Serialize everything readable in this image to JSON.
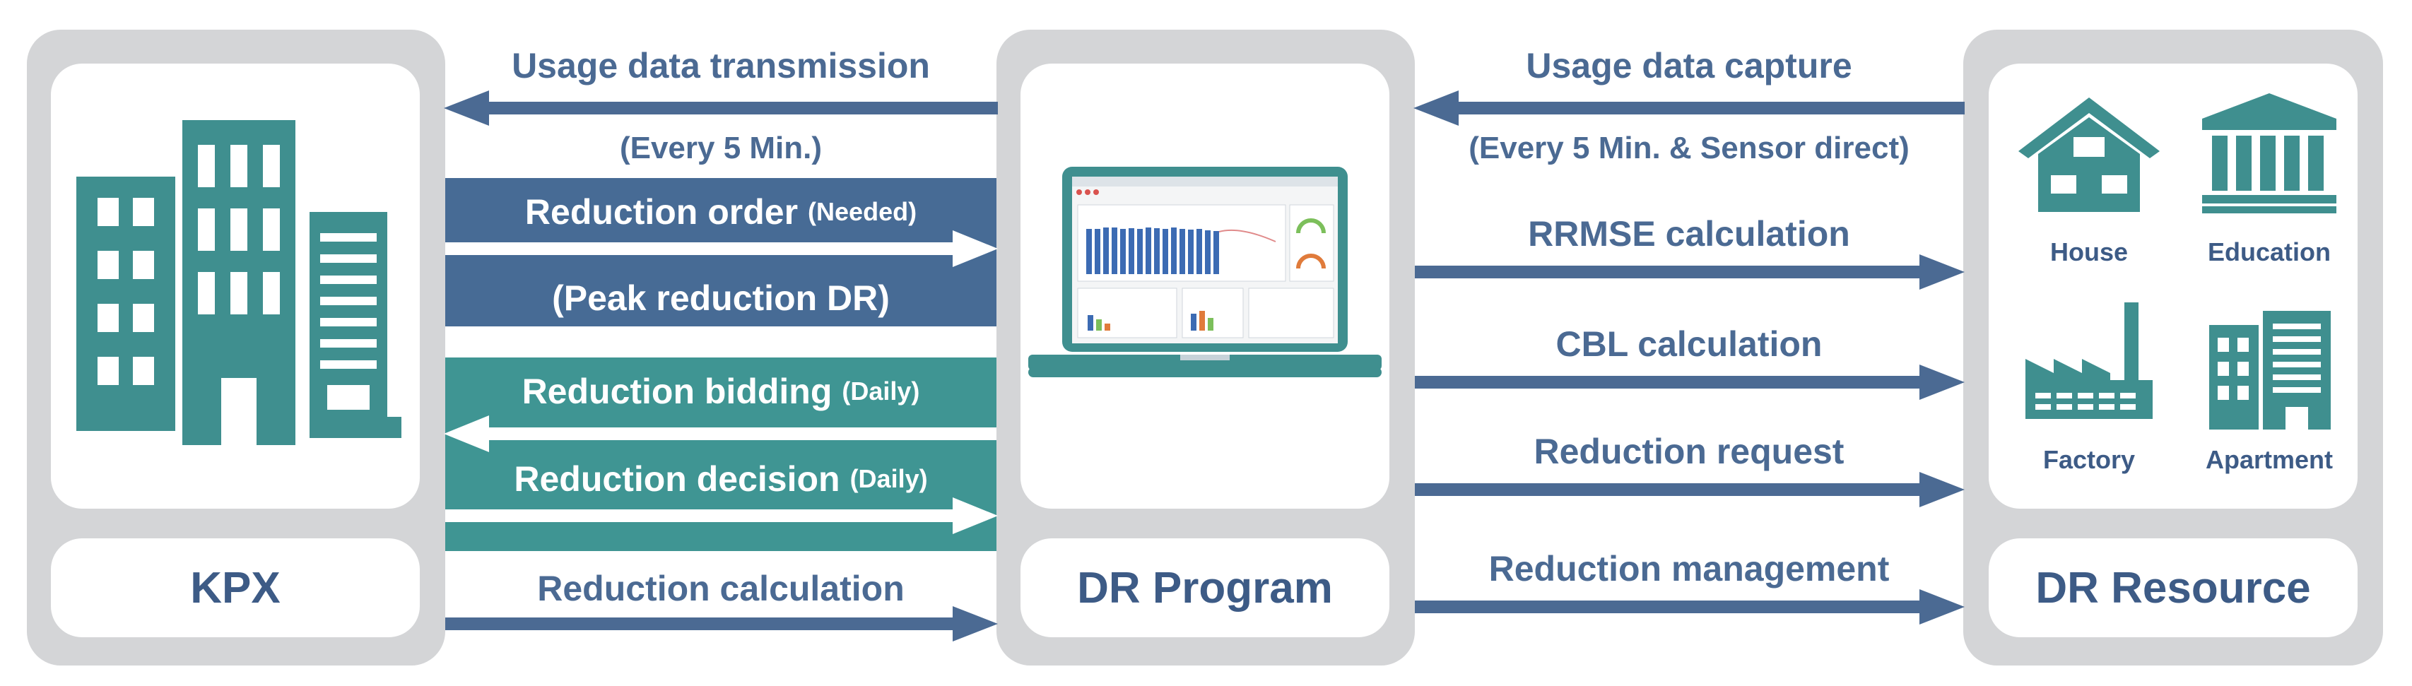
{
  "nodes": {
    "kpx": {
      "label": "KPX"
    },
    "dr_program": {
      "label": "DR Program"
    },
    "dr_resource": {
      "label": "DR Resource"
    }
  },
  "left_flows": {
    "usage_transmission": "Usage data transmission",
    "usage_transmission_freq": "(Every 5 Min.)",
    "reduction_order": "Reduction order",
    "reduction_order_note": "(Needed)",
    "peak_reduction": "(Peak reduction DR)",
    "reduction_bidding": "Reduction bidding",
    "reduction_bidding_note": "(Daily)",
    "reduction_decision": "Reduction decision",
    "reduction_decision_note": "(Daily)",
    "reduction_calculation": "Reduction calculation"
  },
  "right_flows": {
    "usage_capture": "Usage data capture",
    "usage_capture_freq": "(Every 5 Min. & Sensor direct)",
    "rrmse": "RRMSE calculation",
    "cbl": "CBL calculation",
    "reduction_request": "Reduction request",
    "reduction_management": "Reduction management"
  },
  "resources": {
    "house": "House",
    "education": "Education",
    "factory": "Factory",
    "apartment": "Apartment"
  },
  "colors": {
    "panel": "#d4d5d7",
    "navy": "#476b95",
    "teal": "#3f9593",
    "icon_teal": "#3f8f8f",
    "label": "#3d5b86"
  }
}
